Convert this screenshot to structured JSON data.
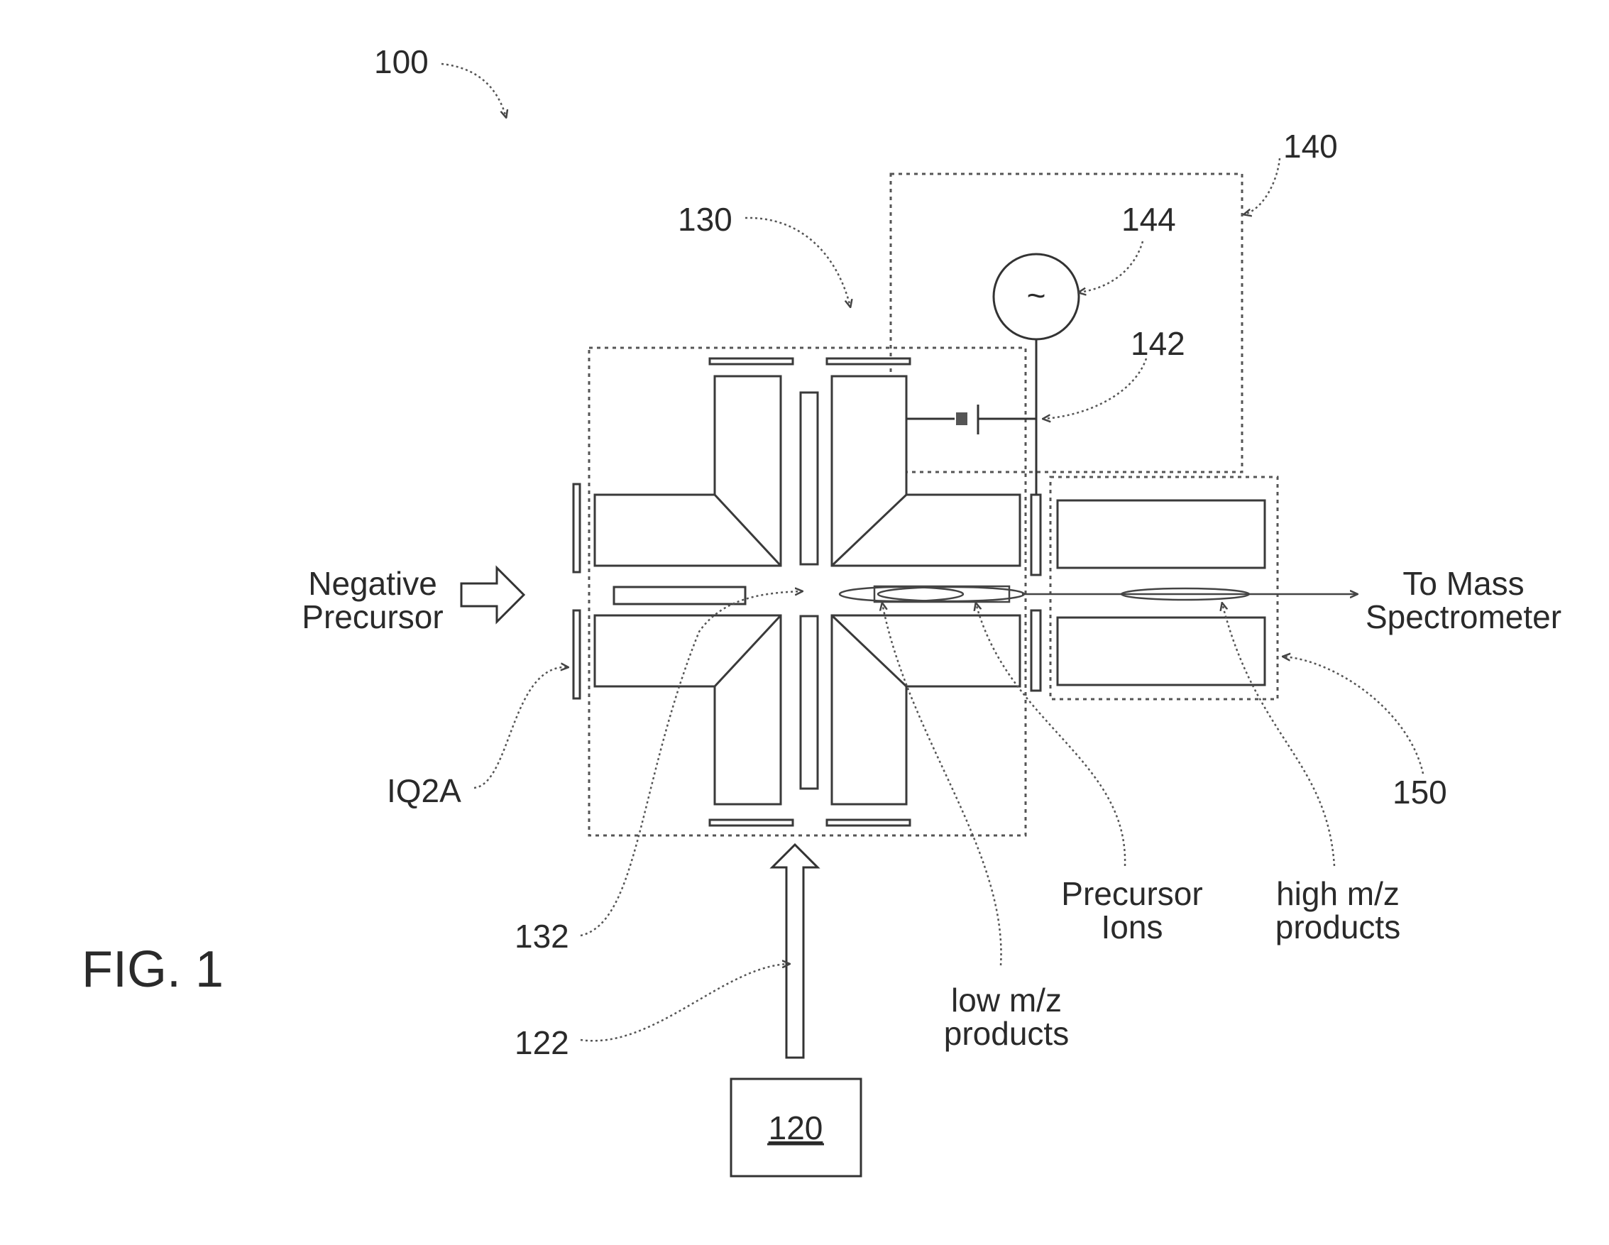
{
  "figure_label": "FIG. 1",
  "labels": {
    "device": "100",
    "reagent_source": "120",
    "reagent_path": "122",
    "reaction_cell": "130",
    "center": "132",
    "control_circuit": "140",
    "dc_supply": "142",
    "ac_source": "144",
    "downstream_stage": "150",
    "lens": "IQ2A",
    "negative_precursor_line1": "Negative",
    "negative_precursor_line2": "Precursor",
    "to_mass_line1": "To Mass",
    "to_mass_line2": "Spectrometer",
    "precursor_line1": "Precursor",
    "precursor_line2": "Ions",
    "low_mz_line1": "low m/z",
    "low_mz_line2": "products",
    "high_mz_line1": "high m/z",
    "high_mz_line2": "products",
    "ac_symbol": "~"
  }
}
